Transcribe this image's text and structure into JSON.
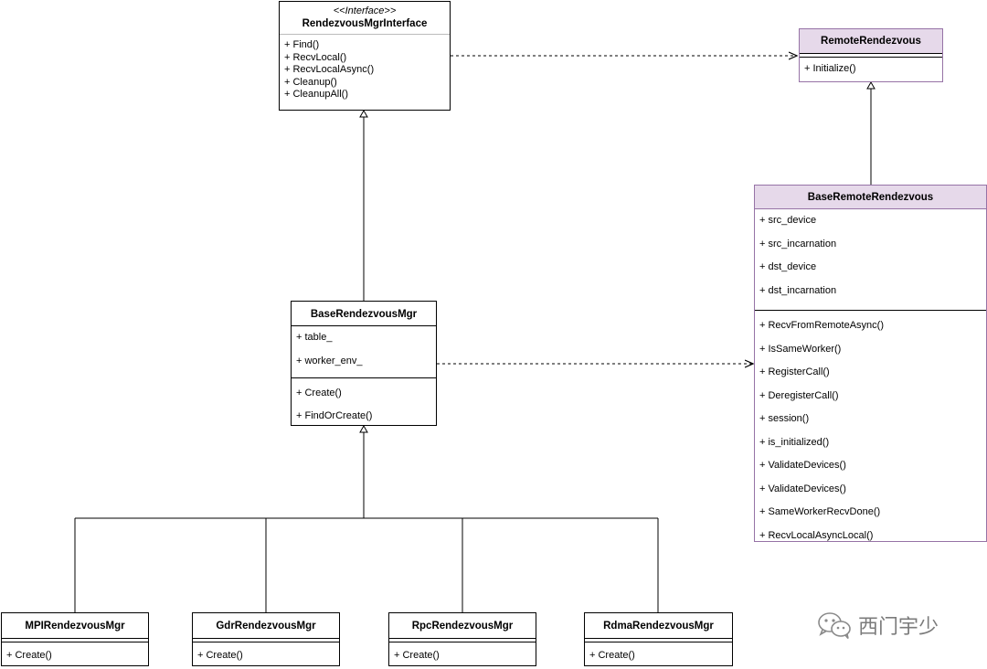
{
  "interface_class": {
    "stereotype": "<<Interface>>",
    "name": "RendezvousMgrInterface",
    "methods": [
      "+ Find()",
      "+ RecvLocal()",
      "+ RecvLocalAsync()",
      "+ Cleanup()",
      "+ CleanupAll()"
    ]
  },
  "remote_rendezvous": {
    "name": "RemoteRendezvous",
    "methods": [
      "+ Initialize()"
    ]
  },
  "base_remote_rendezvous": {
    "name": "BaseRemoteRendezvous",
    "attributes": [
      "+ src_device",
      "+ src_incarnation",
      "+ dst_device",
      "+ dst_incarnation"
    ],
    "methods": [
      "+ RecvFromRemoteAsync()",
      "+ IsSameWorker()",
      "+ RegisterCall()",
      "+ DeregisterCall()",
      "+ session()",
      "+ is_initialized()",
      "+ ValidateDevices()",
      "+ ValidateDevices()",
      "+ SameWorkerRecvDone()",
      "+ RecvLocalAsyncLocal()"
    ]
  },
  "base_rendezvous_mgr": {
    "name": "BaseRendezvousMgr",
    "attributes": [
      "+ table_",
      "+ worker_env_"
    ],
    "methods": [
      "+ Create()",
      "+ FindOrCreate()"
    ]
  },
  "subclasses": [
    {
      "name": "MPIRendezvousMgr",
      "methods": [
        "+ Create()"
      ]
    },
    {
      "name": "GdrRendezvousMgr",
      "methods": [
        "+ Create()"
      ]
    },
    {
      "name": "RpcRendezvousMgr",
      "methods": [
        "+ Create()"
      ]
    },
    {
      "name": "RdmaRendezvousMgr",
      "methods": [
        "+ Create()"
      ]
    }
  ],
  "watermark": {
    "text": "西门宇少",
    "icon": "wechat-icon"
  }
}
